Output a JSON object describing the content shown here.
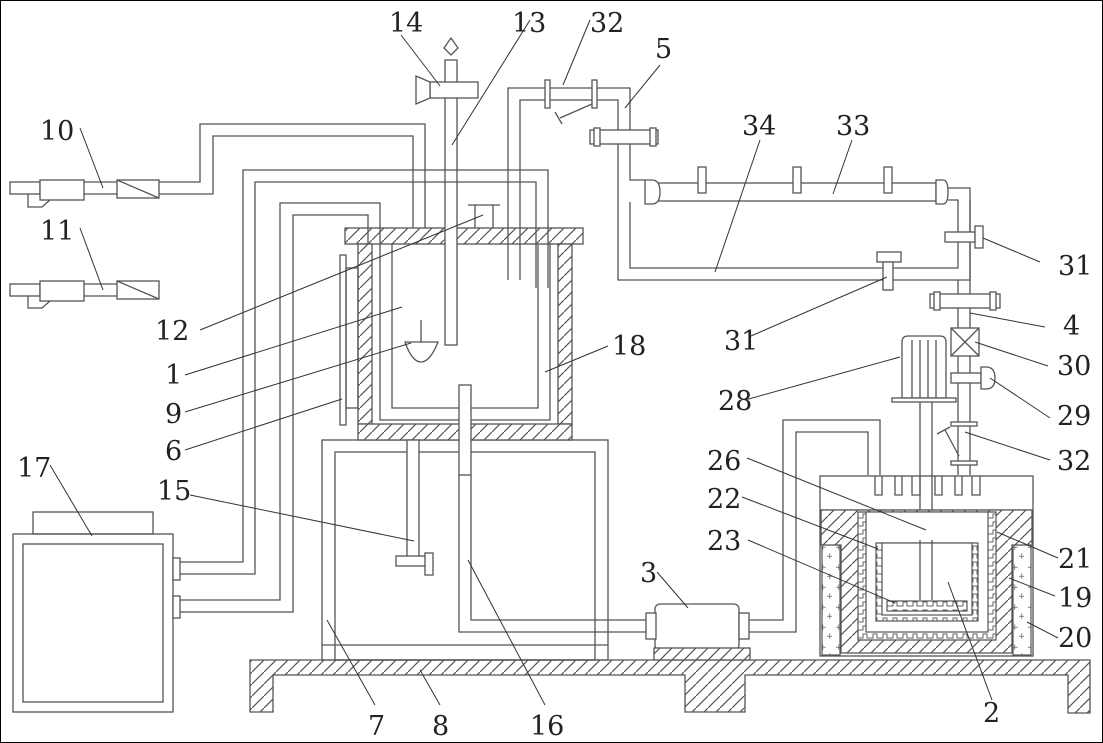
{
  "diagram": {
    "type": "technical-schematic",
    "style": "patent line drawing",
    "labels": [
      {
        "id": "1",
        "text": "1"
      },
      {
        "id": "2",
        "text": "2"
      },
      {
        "id": "3",
        "text": "3"
      },
      {
        "id": "4",
        "text": "4"
      },
      {
        "id": "5",
        "text": "5"
      },
      {
        "id": "6",
        "text": "6"
      },
      {
        "id": "7",
        "text": "7"
      },
      {
        "id": "8",
        "text": "8"
      },
      {
        "id": "9",
        "text": "9"
      },
      {
        "id": "10",
        "text": "10"
      },
      {
        "id": "11",
        "text": "11"
      },
      {
        "id": "12",
        "text": "12"
      },
      {
        "id": "13",
        "text": "13"
      },
      {
        "id": "14",
        "text": "14"
      },
      {
        "id": "15",
        "text": "15"
      },
      {
        "id": "16",
        "text": "16"
      },
      {
        "id": "17",
        "text": "17"
      },
      {
        "id": "18",
        "text": "18"
      },
      {
        "id": "19",
        "text": "19"
      },
      {
        "id": "20",
        "text": "20"
      },
      {
        "id": "21",
        "text": "21"
      },
      {
        "id": "22",
        "text": "22"
      },
      {
        "id": "23",
        "text": "23"
      },
      {
        "id": "26",
        "text": "26"
      },
      {
        "id": "28",
        "text": "28"
      },
      {
        "id": "29",
        "text": "29"
      },
      {
        "id": "30",
        "text": "30"
      },
      {
        "id": "31a",
        "text": "31"
      },
      {
        "id": "31b",
        "text": "31"
      },
      {
        "id": "32a",
        "text": "32"
      },
      {
        "id": "32b",
        "text": "32"
      },
      {
        "id": "33",
        "text": "33"
      },
      {
        "id": "34",
        "text": "34"
      }
    ]
  }
}
